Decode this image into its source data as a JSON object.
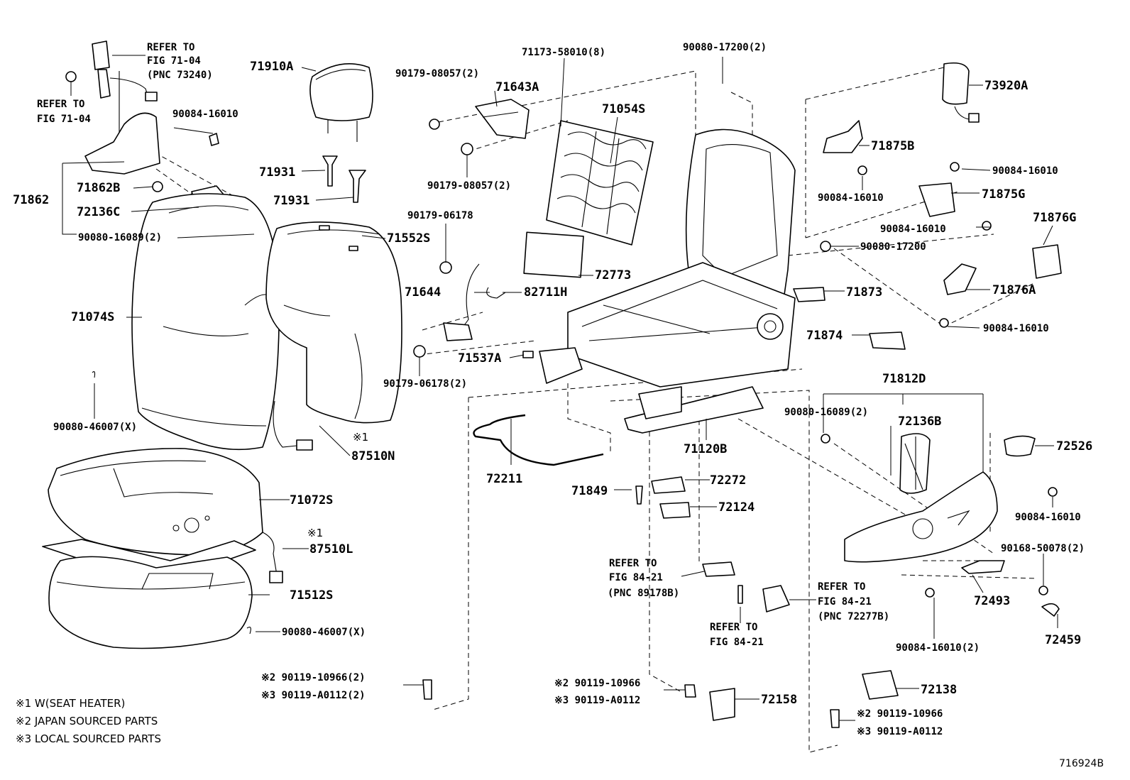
{
  "figure_id": "716924B",
  "notes": [
    "※1 W(SEAT HEATER)",
    "※2 JAPAN SOURCED PARTS",
    "※3 LOCAL SOURCED PARTS"
  ],
  "labels": {
    "refer_a_1": "REFER TO",
    "refer_a_2": "FIG 71-04",
    "refer_a_3": "(PNC 73240)",
    "refer_b_1": "REFER TO",
    "refer_b_2": "FIG 71-04",
    "p71910A": "71910A",
    "p90084_16010_a": "90084-16010",
    "p71931_a": "71931",
    "p71931_b": "71931",
    "p71862": "71862",
    "p71862B": "71862B",
    "p72136C": "72136C",
    "p90080_16089_a": "90080-16089(2)",
    "p71552S": "71552S",
    "p71074S": "71074S",
    "p90080_46007_a": "90080-46007(X)",
    "mark1_a": "※1",
    "p87510N": "87510N",
    "p71072S": "71072S",
    "mark1_b": "※1",
    "p87510L": "87510L",
    "p71512S": "71512S",
    "p90080_46007_b": "90080-46007(X)",
    "p90179_08057_a": "90179-08057(2)",
    "p71643A": "71643A",
    "p71173": "71173-58010(8)",
    "p71054S": "71054S",
    "p90179_08057_b": "90179-08057(2)",
    "p90179_06178": "90179-06178",
    "p71644": "71644",
    "p82711H": "82711H",
    "p72773": "72773",
    "p71537A": "71537A",
    "p90179_06178_2": "90179-06178(2)",
    "p90080_17200_a": "90080-17200(2)",
    "p73920A": "73920A",
    "p71875B": "71875B",
    "p90084_16010_b": "90084-16010",
    "p90084_16010_c": "90084-16010",
    "p71875G": "71875G",
    "p90084_16010_d": "90084-16010",
    "p71876G": "71876G",
    "p90080_17200_b": "90080-17200",
    "p71873": "71873",
    "p71876A": "71876A",
    "p90084_16010_e": "90084-16010",
    "p71874": "71874",
    "p71812D": "71812D",
    "p90080_16089_b": "90080-16089(2)",
    "p72136B": "72136B",
    "p72526": "72526",
    "p71120B": "71120B",
    "p72211": "72211",
    "p71849": "71849",
    "p72272": "72272",
    "p72124": "72124",
    "p90084_16010_f": "90084-16010",
    "p90168": "90168-50078(2)",
    "refer_c_1": "REFER TO",
    "refer_c_2": "FIG 84-21",
    "refer_c_3": "(PNC 89178B)",
    "refer_d_1": "REFER TO",
    "refer_d_2": "FIG 84-21",
    "refer_d_3": "(PNC 72277B)",
    "refer_e_1": "REFER TO",
    "refer_e_2": "FIG 84-21",
    "p72493": "72493",
    "p90084_16010_g": "90084-16010(2)",
    "p72459": "72459",
    "p_m2_a": "※2 90119-10966(2)",
    "p_m3_a": "※3 90119-A0112(2)",
    "p_m2_b": "※2 90119-10966",
    "p_m3_b": "※3 90119-A0112",
    "p72158": "72158",
    "p72138": "72138",
    "p_m2_c": "※2 90119-10966",
    "p_m3_c": "※3 90119-A0112"
  }
}
